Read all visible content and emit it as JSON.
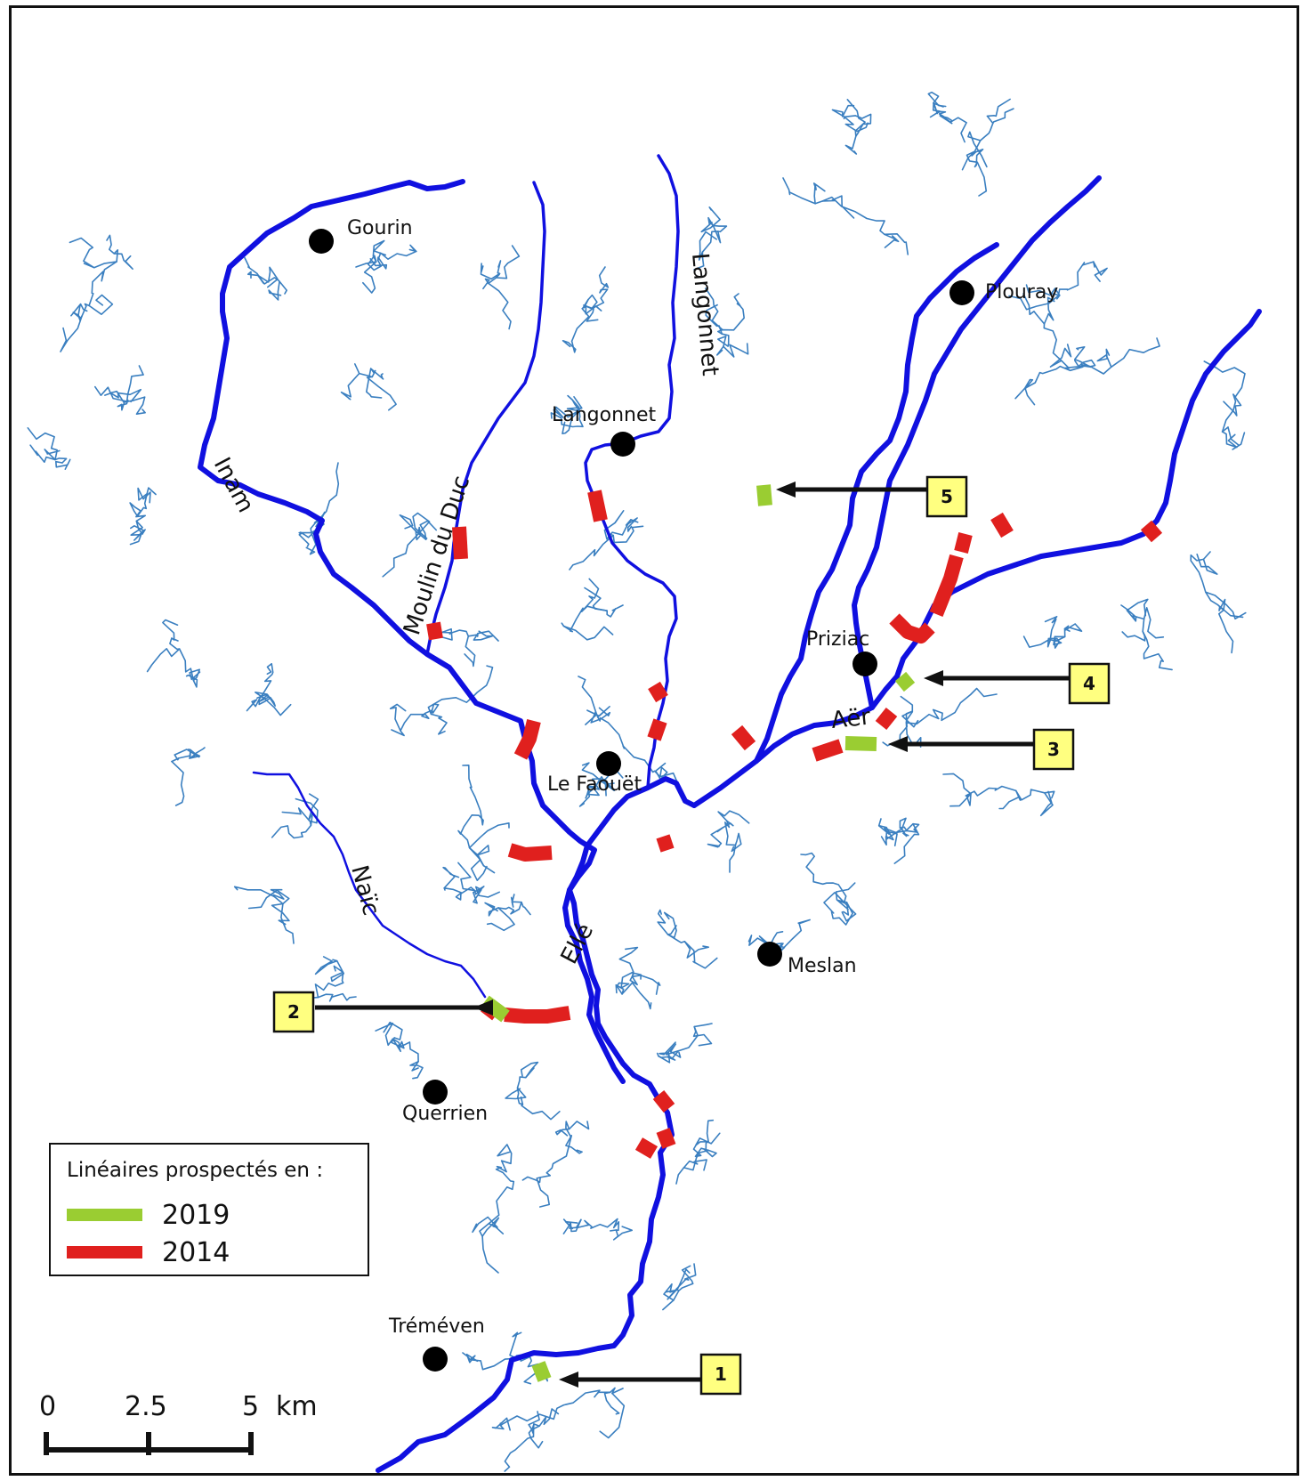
{
  "map": {
    "colors": {
      "main_river": "#1010e0",
      "tributary": "#3a7fc0",
      "survey_2019": "#9acd32",
      "survey_2014": "#e0201e",
      "callout_box": "#ffff80",
      "town_dot": "#000000"
    },
    "towns": [
      {
        "name": "Gourin"
      },
      {
        "name": "Plouray"
      },
      {
        "name": "Langonnet"
      },
      {
        "name": "Priziac"
      },
      {
        "name": "Le Faouët"
      },
      {
        "name": "Meslan"
      },
      {
        "name": "Querrien"
      },
      {
        "name": "Tréméven"
      }
    ],
    "rivers": [
      {
        "name": "Inam"
      },
      {
        "name": "Moulin du Duc"
      },
      {
        "name": "Langonnet"
      },
      {
        "name": "Aër"
      },
      {
        "name": "Naïc"
      },
      {
        "name": "Ellé"
      }
    ],
    "callouts": [
      "1",
      "2",
      "3",
      "4",
      "5"
    ],
    "legend": {
      "title": "Linéaires prospectés en :",
      "items": [
        {
          "label": "2019",
          "color": "#9acd32"
        },
        {
          "label": "2014",
          "color": "#e0201e"
        }
      ]
    },
    "scale_bar": {
      "ticks": [
        "0",
        "2.5",
        "5"
      ],
      "unit": "km"
    }
  }
}
